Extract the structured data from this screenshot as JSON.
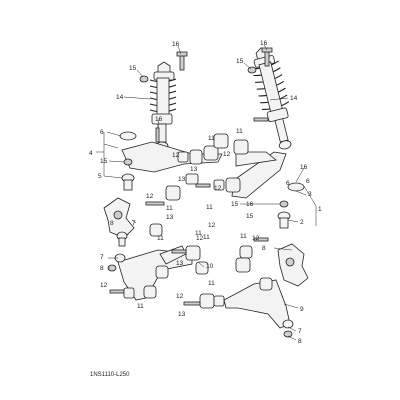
{
  "diagram": {
    "figure_code": "1NS1110-L250",
    "parts": [
      {
        "key": "bolt_top_left",
        "label": "16"
      },
      {
        "key": "nut_top_left",
        "label": "15"
      },
      {
        "key": "shock_left",
        "label": "14"
      },
      {
        "key": "bolt_top_right",
        "label": "16"
      },
      {
        "key": "nut_top_right",
        "label": "15"
      },
      {
        "key": "shock_right",
        "label": "14"
      },
      {
        "key": "mid_bolt_left",
        "label": "16"
      },
      {
        "key": "ring_left",
        "label": "6"
      },
      {
        "key": "bracket_group_left",
        "label": "4"
      },
      {
        "key": "nut_mid_left",
        "label": "15"
      },
      {
        "key": "balljoint_left",
        "label": "5"
      },
      {
        "key": "bolt_upper_arm_a",
        "label": "12"
      },
      {
        "key": "collar_upper_a",
        "label": "13"
      },
      {
        "key": "bush_upper_a",
        "label": "11"
      },
      {
        "key": "bush_upper_b",
        "label": "11"
      },
      {
        "key": "bolt_upper_arm_b",
        "label": "12"
      },
      {
        "key": "collar_upper_b",
        "label": "13"
      },
      {
        "key": "knuckle_left",
        "label": "8"
      },
      {
        "key": "lower_bush_c",
        "label": "11"
      },
      {
        "key": "lower_bolt_c",
        "label": "12"
      },
      {
        "key": "lower_collar_c",
        "label": "13"
      },
      {
        "key": "mid_bolt_right",
        "label": "16"
      },
      {
        "key": "ring_right",
        "label": "6"
      },
      {
        "key": "arm_group_right",
        "label": "1"
      },
      {
        "key": "upper_arm_right",
        "label": "3"
      },
      {
        "key": "nut_mid_right",
        "label": "15"
      },
      {
        "key": "balljoint_right",
        "label": "2"
      },
      {
        "key": "lower_bush_d",
        "label": "11"
      },
      {
        "key": "lower_collar_d",
        "label": "13"
      },
      {
        "key": "lower_arm_left",
        "label": "10"
      },
      {
        "key": "lower_bolt_d",
        "label": "12"
      },
      {
        "key": "lower_bush_e",
        "label": "11"
      },
      {
        "key": "lower_bolt_e",
        "label": "12"
      },
      {
        "key": "washer_left",
        "label": "7"
      },
      {
        "key": "nut_lower_left",
        "label": "8"
      },
      {
        "key": "lower_bush_f",
        "label": "11"
      },
      {
        "key": "lower_bolt_f",
        "label": "12"
      },
      {
        "key": "lower_bush_g",
        "label": "11"
      },
      {
        "key": "lower_bolt_g",
        "label": "12"
      },
      {
        "key": "lower_collar_g",
        "label": "13"
      },
      {
        "key": "lower_arm_right",
        "label": "9"
      },
      {
        "key": "washer_right",
        "label": "7"
      },
      {
        "key": "nut_lower_right",
        "label": "8"
      },
      {
        "key": "lower_bush_h",
        "label": "11"
      },
      {
        "key": "upper_bush_i",
        "label": "11"
      },
      {
        "key": "upper_bolt_i",
        "label": "12"
      },
      {
        "key": "lower_bush_j",
        "label": "11"
      },
      {
        "key": "lower_bolt_j",
        "label": "12"
      },
      {
        "key": "mid_bolt_k",
        "label": "16"
      },
      {
        "key": "ring_k",
        "label": "6"
      },
      {
        "key": "nut_k",
        "label": "15"
      },
      {
        "key": "knuckle_right",
        "label": "8"
      },
      {
        "key": "washer_knuckle",
        "label": "7"
      }
    ]
  }
}
